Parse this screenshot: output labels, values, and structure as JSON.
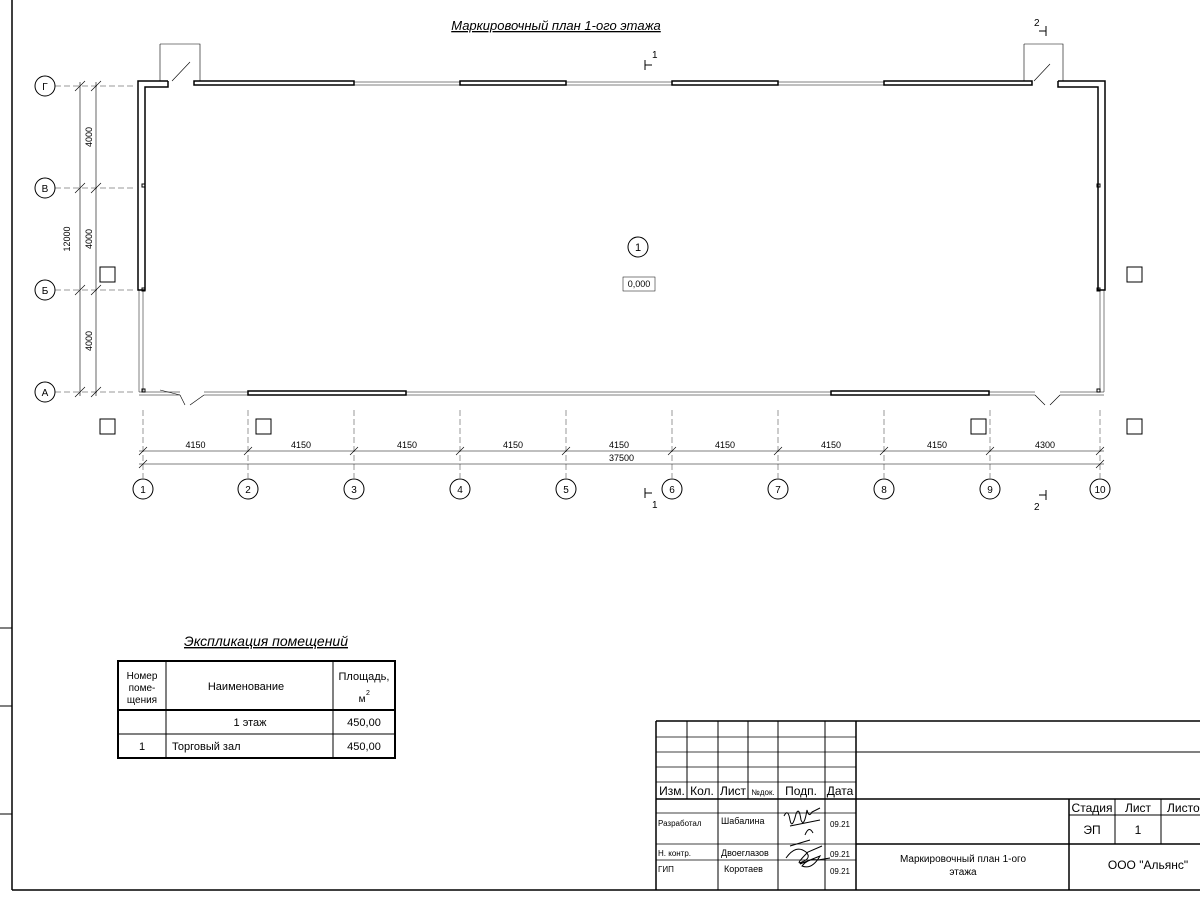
{
  "plan": {
    "title": "Маркировочный план 1-ого этажа",
    "room_number": "1",
    "level_mark": "0,000"
  },
  "grid": {
    "axes_letters": [
      "Г",
      "В",
      "Б",
      "А"
    ],
    "axes_numbers": [
      "1",
      "2",
      "3",
      "4",
      "5",
      "6",
      "7",
      "8",
      "9",
      "10"
    ],
    "row_spacing": [
      "4000",
      "4000",
      "4000"
    ],
    "row_total": "12000",
    "col_spacing": [
      "4150",
      "4150",
      "4150",
      "4150",
      "4150",
      "4150",
      "4150",
      "4150",
      "4300"
    ],
    "col_total": "37500"
  },
  "sections": {
    "s1": "1",
    "s2": "2"
  },
  "explication": {
    "title": "Экспликация  помещений",
    "headers": {
      "number": [
        "Номер",
        "поме-",
        "щения"
      ],
      "name": "Наименование",
      "area": "Площадь,",
      "area_unit": "м",
      "area_sup": "2"
    },
    "rows": [
      {
        "number": "",
        "name": "1 этаж",
        "area": "450,00"
      },
      {
        "number": "1",
        "name": "Торговый зал",
        "area": "450,00"
      }
    ]
  },
  "stamp": {
    "col_headers": [
      "Изм.",
      "Кол.",
      "Лист",
      "№док.",
      "Подп.",
      "Дата"
    ],
    "rows": [
      {
        "role": "Разработал",
        "name": "Шабалина",
        "date": "09.21"
      },
      {
        "role": "Н. контр.",
        "name": "Двоеглазов",
        "date": "09.21"
      },
      {
        "role": "ГИП",
        "name": "Коротаев",
        "date": "09.21"
      }
    ],
    "sheet_title": [
      "Маркировочный план 1-ого",
      "этажа"
    ],
    "stage_label": "Стадия",
    "sheet_label": "Лист",
    "sheets_label": "Листо",
    "stage_value": "ЭП",
    "sheet_value": "1",
    "organization": "ООО \"Альянс\""
  }
}
